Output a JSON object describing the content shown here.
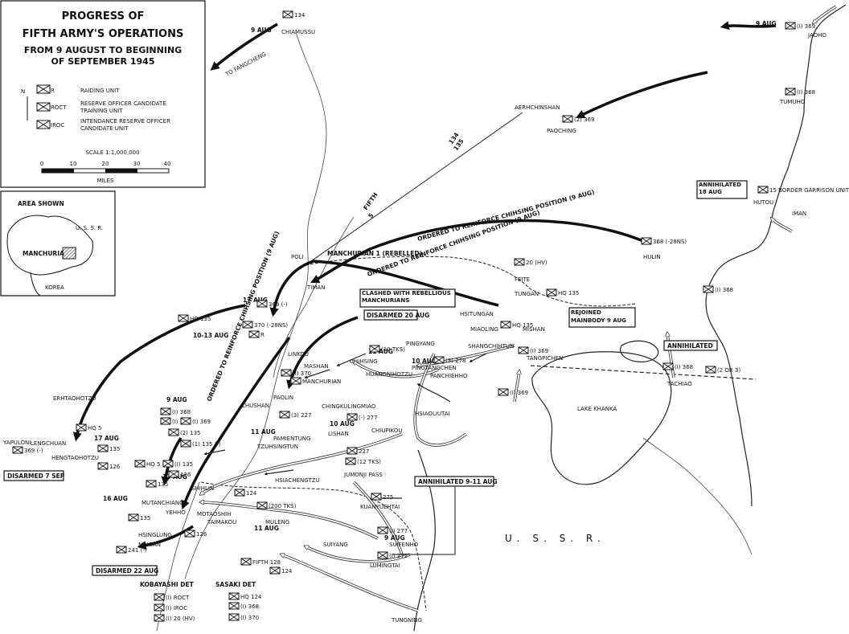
{
  "legend": {
    "title_lines": [
      "PROGRESS OF",
      "FIFTH ARMY'S OPERATIONS",
      "FROM 9 AUGUST TO BEGINNING",
      "OF SEPTEMBER 1945"
    ],
    "items": [
      {
        "code": "R",
        "label_lines": [
          "RAIDING UNIT"
        ]
      },
      {
        "code": "ROCT",
        "label_lines": [
          "RESERVE OFFICER CANDIDATE",
          "TRAINING UNIT"
        ]
      },
      {
        "code": "IROC",
        "label_lines": [
          "INTENDANCE RESERVE OFFICER",
          "CANDIDATE UNIT"
        ]
      }
    ],
    "scale_label": "SCALE 1:1,000,000",
    "scale_ticks": [
      "0",
      "10",
      "20",
      "30",
      "40"
    ],
    "scale_unit": "MILES"
  },
  "inset": {
    "title": "AREA SHOWN",
    "labels": [
      "U. S. S. R.",
      "MANCHURIA",
      "KOREA"
    ]
  },
  "callouts": [
    "CLASHED WITH REBELLIOUS MANCHURIANS",
    "DISARMED 20 AUG",
    "REJOINED MAINBODY 9 AUG",
    "ANNIHILATED",
    "ANNIHILATED 18 AUG",
    "DISARMED 7 SEP",
    "DISARMED 22 AUG",
    "ANNIHILATED 9-11 AUG"
  ],
  "places": [
    {
      "name": "CHIAMUSSU"
    },
    {
      "name": "TO FANGCHENG"
    },
    {
      "name": "AERHCHINSHAN"
    },
    {
      "name": "PAOCHING"
    },
    {
      "name": "JAOHO"
    },
    {
      "name": "TUMUHO"
    },
    {
      "name": "HUTOU"
    },
    {
      "name": "HULIN"
    },
    {
      "name": "IMAN"
    },
    {
      "name": "POLI"
    },
    {
      "name": "FEITE"
    },
    {
      "name": "TUNGAN"
    },
    {
      "name": "HSITUNGAN"
    },
    {
      "name": "MIAOLING"
    },
    {
      "name": "MISHAN"
    },
    {
      "name": "PINGYANG"
    },
    {
      "name": "LINKOU"
    },
    {
      "name": "MASHAN"
    },
    {
      "name": "HUANGNIHOTZU"
    },
    {
      "name": "CHIHSING"
    },
    {
      "name": "SHANGCHIHTUN"
    },
    {
      "name": "PINGYANGCHEN"
    },
    {
      "name": "PANCHIEHHO"
    },
    {
      "name": "HSIAOLIUTAI"
    },
    {
      "name": "TANGPICHEN"
    },
    {
      "name": "TACHIAO"
    },
    {
      "name": "ERHTAOHOTZU"
    },
    {
      "name": "CHUSHAN"
    },
    {
      "name": "YAPULONI"
    },
    {
      "name": "LENGCHUAN"
    },
    {
      "name": "HENGTAOHOTZU"
    },
    {
      "name": "CHINGKULINGMIAO"
    },
    {
      "name": "PAMIENTUNG"
    },
    {
      "name": "LISHAN"
    },
    {
      "name": "CHIUPIKOU"
    },
    {
      "name": "TZUHSINGTUN"
    },
    {
      "name": "HSIACHENGTZU"
    },
    {
      "name": "JUMONJI PASS"
    },
    {
      "name": "KUANYUEHTAI"
    },
    {
      "name": "MUTANCHIANG"
    },
    {
      "name": "YEHHO"
    },
    {
      "name": "MOTAOSHIH"
    },
    {
      "name": "TAIMAKOU"
    },
    {
      "name": "MULENG"
    },
    {
      "name": "SUIYANG"
    },
    {
      "name": "SUIFENHO"
    },
    {
      "name": "LUMINGTAI"
    },
    {
      "name": "HSINGLUNG"
    },
    {
      "name": "NINGAN"
    },
    {
      "name": "KOBAYASHI DET"
    },
    {
      "name": "SASAKI DET"
    },
    {
      "name": "TUNGNING"
    },
    {
      "name": "LAKE KHANKA"
    },
    {
      "name": "U. S. S. R."
    },
    {
      "name": "SHIHLIN"
    },
    {
      "name": "PAOLIN"
    },
    {
      "name": "TIMAN"
    }
  ],
  "dates": [
    "9 AUG",
    "9 AUG",
    "17 AUG",
    "10-13 AUG",
    "9 AUG",
    "17 AUG",
    "16 AUG",
    "11 AUG",
    "10 AUG",
    "11 AUG",
    "9 AUG",
    "13 AUG",
    "10 AUG",
    "11 AUG"
  ],
  "route_notes": [
    "ORDERED TO REINFORCE CHIHSING POSITION (9 AUG)",
    "ORDERED TO REINFORCE CHIHSING POSITION (9 AUG)",
    "ORDERED TO REINFORCE CHIHSING POSITION (9 AUG)",
    "MANCHURIAN 1 (REBELLED)"
  ],
  "boundary_labels": [
    "134",
    "135",
    "FIFTH",
    "5"
  ],
  "units": [
    "134",
    "(I) 369",
    "(2) 369",
    "(I) 368",
    "15 BORDER GARRISON UNIT",
    "368 (-28NS)",
    "20 (HV)",
    "HQ 135",
    "(I) 368",
    "HQ 135",
    "(I) 369",
    "(I) 368",
    "(2 OR 3)",
    "(I) 369",
    "369 (-)",
    "HQ 135",
    "370 (-28NS)",
    "R",
    "(I) 370",
    "MANCHURIAN",
    "(3) 278",
    "(I) 368",
    "(I) 370",
    "(I) 369",
    "(2) 135",
    "(1) 135 (-)",
    "(3) 227",
    "(-) 277",
    "227",
    "(12 TKS)",
    "(10 TKS)",
    "HQ 5",
    "135",
    "126",
    "369 (-)",
    "HQ 5",
    "(I) 135",
    "126",
    "135",
    "124",
    "126",
    "135",
    "(200 TKS)",
    "275",
    "(I) 277",
    "(I) 272",
    "124",
    "241 (-)",
    "FIFTH 128",
    "HQ 124",
    "(I) 368",
    "(I) 370",
    "(I) ROCT",
    "(I) IROC",
    "(I) 20 (HV)"
  ]
}
